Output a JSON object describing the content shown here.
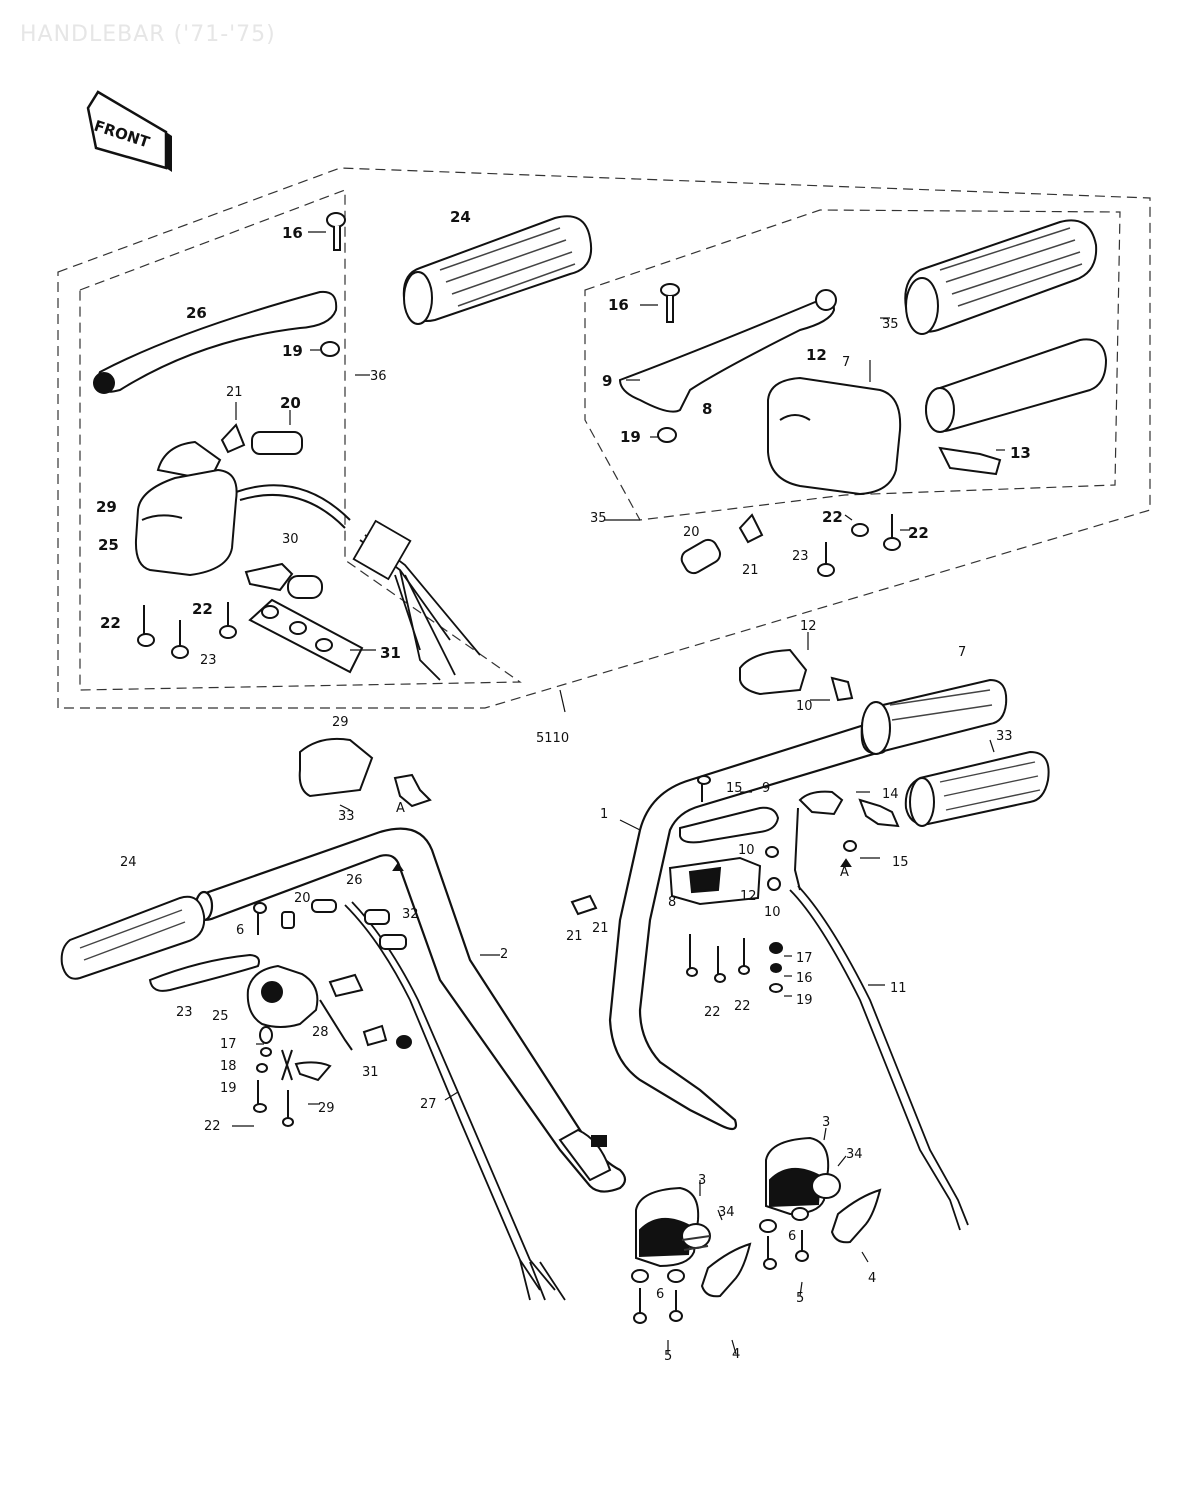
{
  "title": "HANDLEBAR ('71-'75)",
  "front_label": "FRONT",
  "callouts": {
    "c1": "16",
    "c2": "24",
    "c3": "26",
    "c4": "19",
    "c5": "36",
    "c6": "21",
    "c7": "20",
    "c8": "29",
    "c9": "25",
    "c10": "30",
    "c11": "22",
    "c12": "22",
    "c13": "23",
    "c14": "31",
    "c15": "16",
    "c16": "9",
    "c17": "8",
    "c18": "19",
    "c19": "12",
    "c20": "7",
    "c21": "35",
    "c22": "13",
    "c23": "35",
    "c24": "20",
    "c25": "21",
    "c26": "22",
    "c27": "22",
    "c28": "23",
    "c29": "12",
    "c30": "7",
    "c31": "10",
    "c32": "33",
    "c33": "15",
    "c34": "9",
    "c35": "14",
    "c36": "15",
    "c37": "10",
    "c38": "8",
    "c39": "12",
    "c40": "10",
    "c41": "17",
    "c42": "16",
    "c43": "19",
    "c44": "22",
    "c45": "22",
    "c46": "11",
    "c47": "1",
    "c48": "21",
    "c49": "21",
    "c50": "29",
    "c51": "33",
    "c52": "24",
    "c53": "20",
    "c54": "26",
    "c55": "32",
    "c56": "2",
    "c57": "6",
    "c58": "25",
    "c59": "23",
    "c60": "17",
    "c61": "18",
    "c62": "19",
    "c63": "22",
    "c64": "28",
    "c65": "31",
    "c66": "29",
    "c67": "27",
    "c68": "3",
    "c69": "34",
    "c70": "4",
    "c71": "5",
    "c72": "3",
    "c73": "34",
    "c74": "5",
    "c75": "4",
    "c76": "6",
    "c77": "6",
    "c78": "A",
    "c79": "A",
    "c80": "5110"
  }
}
